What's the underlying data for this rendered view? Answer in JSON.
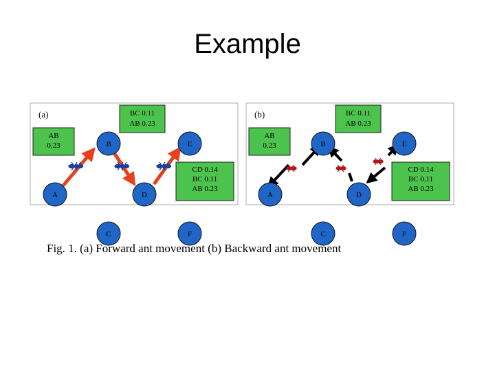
{
  "slide": {
    "title": "Example"
  },
  "figure": {
    "panels": [
      {
        "label": "(a)",
        "top_box": [
          "BC 0.11",
          "AB 0.23"
        ],
        "left_box": [
          "AB",
          "0.23"
        ],
        "right_box": [
          "CD 0.14",
          "BC 0.11",
          "AB 0.23"
        ],
        "nodes": {
          "A": "A",
          "B": "B",
          "C": "C",
          "D": "D",
          "E": "E",
          "F": "F"
        }
      },
      {
        "label": "(b)",
        "top_box": [
          "BC 0.11",
          "AB 0.23"
        ],
        "left_box": [
          "AB",
          "0.23"
        ],
        "right_box": [
          "CD 0.14",
          "BC 0.11",
          "AB 0.23"
        ],
        "nodes": {
          "A": "A",
          "B": "B",
          "C": "C",
          "D": "D",
          "E": "E",
          "F": "F"
        }
      }
    ],
    "caption": "Fig. 1. (a) Forward ant movement (b) Backward ant movement",
    "colors": {
      "node": "#1f66c7",
      "box": "#4cc34c",
      "forward_arrow": "#e8401c",
      "backward_arrow": "#000000",
      "panel_bg": "#ffffff",
      "ant": "#1a3fa0"
    }
  }
}
